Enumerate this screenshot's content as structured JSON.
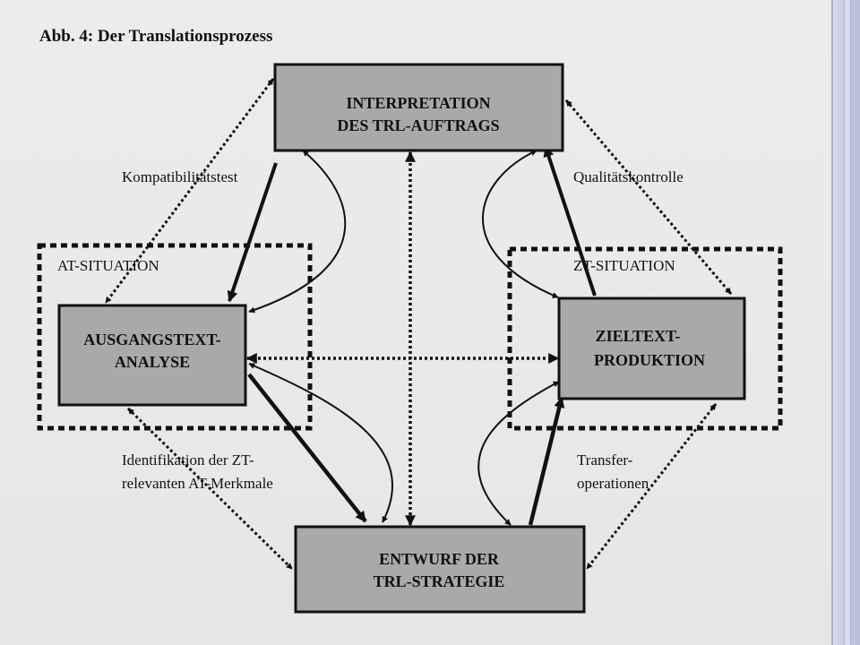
{
  "caption": "Abb. 4: Der Translationsprozess",
  "boxes": {
    "interpretation": [
      "INTERPRETATION",
      "DES TRL-AUFTRAGS"
    ],
    "ausgangstext": [
      "AUSGANGSTEXT-",
      "ANALYSE"
    ],
    "zieltext": [
      "ZIELTEXT-",
      "PRODUKTION"
    ],
    "entwurf": [
      "ENTWURF DER",
      "TRL-STRATEGIE"
    ]
  },
  "situations": {
    "at": "AT-SITUATION",
    "zt": "ZT-SITUATION"
  },
  "edge_labels": {
    "top_left": "Kompatibilitätstest",
    "top_right": "Qualitätskontrolle",
    "bottom_left": [
      "Identifikation der ZT-",
      "relevanten AT-Merkmale"
    ],
    "bottom_right": [
      "Transfer-",
      "operationen"
    ]
  },
  "colors": {
    "box_fill": "#a9a9a9",
    "ink": "#111111",
    "page": "#e9e9e9"
  }
}
